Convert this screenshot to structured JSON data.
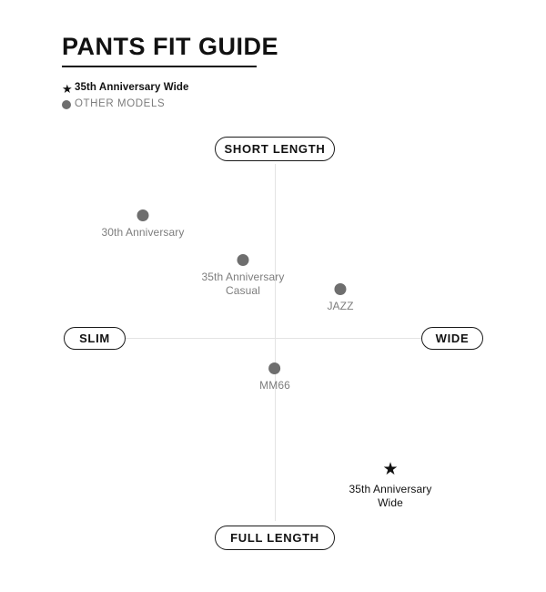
{
  "header": {
    "title": "PANTS FIT GUIDE"
  },
  "legend": {
    "items": [
      {
        "marker": "star-icon",
        "label": "35th Anniversary Wide",
        "color": "#111111"
      },
      {
        "marker": "dot-icon",
        "label": "OTHER MODELS",
        "color": "#7d7d7d"
      }
    ]
  },
  "chart_data": {
    "type": "scatter",
    "title": "PANTS FIT GUIDE",
    "xlabel": "",
    "ylabel": "",
    "xlim": [
      -1,
      1
    ],
    "ylim": [
      -1,
      1
    ],
    "grid": false,
    "legend_position": "top-left",
    "axis_labels": {
      "top": "SHORT LENGTH",
      "bottom": "FULL LENGTH",
      "left": "SLIM",
      "right": "WIDE"
    },
    "annotations": [
      {
        "name": "30th Anniversary",
        "label": "30th Anniversary",
        "x": -0.86,
        "y": 0.72,
        "marker": "dot",
        "series": "OTHER MODELS"
      },
      {
        "name": "35th Anniversary Casual",
        "label": "35th Anniversary\nCasual",
        "x": -0.21,
        "y": 0.45,
        "marker": "dot",
        "series": "OTHER MODELS"
      },
      {
        "name": "JAZZ",
        "label": "JAZZ",
        "x": 0.43,
        "y": 0.28,
        "marker": "dot",
        "series": "OTHER MODELS"
      },
      {
        "name": "MM66",
        "label": "MM66",
        "x": 0.0,
        "y": -0.17,
        "marker": "dot",
        "series": "OTHER MODELS"
      },
      {
        "name": "35th Anniversary Wide",
        "label": "35th Anniversary\nWide",
        "x": 0.75,
        "y": -0.72,
        "marker": "star",
        "series": "35th Anniversary Wide"
      }
    ],
    "series": [
      {
        "name": "OTHER MODELS",
        "marker": "dot",
        "color": "#6e6e6e",
        "points": [
          {
            "label": "30th Anniversary",
            "x": -0.86,
            "y": 0.72
          },
          {
            "label": "35th Anniversary Casual",
            "x": -0.21,
            "y": 0.45
          },
          {
            "label": "JAZZ",
            "x": 0.43,
            "y": 0.28
          },
          {
            "label": "MM66",
            "x": 0.0,
            "y": -0.17
          }
        ]
      },
      {
        "name": "35th Anniversary Wide",
        "marker": "star",
        "color": "#111111",
        "points": [
          {
            "label": "35th Anniversary Wide",
            "x": 0.75,
            "y": -0.72
          }
        ]
      }
    ]
  },
  "axes": {
    "top_label": "SHORT LENGTH",
    "bottom_label": "FULL LENGTH",
    "left_label": "SLIM",
    "right_label": "WIDE"
  },
  "points": {
    "anniversary30": {
      "label": "30th Anniversary"
    },
    "casual35": {
      "label": "35th Anniversary\nCasual"
    },
    "jazz": {
      "label": "JAZZ"
    },
    "mm66": {
      "label": "MM66"
    },
    "wide35": {
      "label": "35th Anniversary\nWide"
    }
  },
  "icons": {
    "star": "★",
    "dot": "●"
  }
}
